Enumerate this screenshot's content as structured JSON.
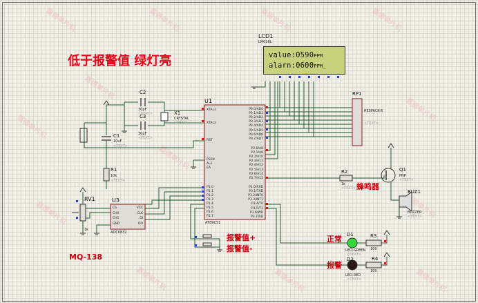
{
  "title": "低于报警值 绿灯亮",
  "lcd": {
    "ref": "LCD1",
    "model": "LM016L",
    "line1": "value:0590",
    "line1_unit": "PPM",
    "line2": "alarn:0600",
    "line2_unit": "PPM_"
  },
  "mcu": {
    "ref": "U1",
    "model": "AT89C51",
    "left_pins": [
      "XTAL1",
      "XTAL2",
      "RST",
      "PSEN",
      "ALE",
      "EA",
      "P1.0",
      "P1.1",
      "P1.2",
      "P1.3",
      "P1.4",
      "P1.5",
      "P1.6",
      "P1.7"
    ],
    "right_pins": [
      "P0.0/AD0",
      "P0.1/AD1",
      "P0.2/AD2",
      "P0.3/AD3",
      "P0.4/AD4",
      "P0.5/AD5",
      "P0.6/AD6",
      "P0.7/AD7",
      "P2.0/A8",
      "P2.1/A9",
      "P2.2/A10",
      "P2.3/A11",
      "P2.4/A12",
      "P2.5/A13",
      "P2.6/A14",
      "P2.7/A15",
      "P3.0/RXD",
      "P3.1/TXD",
      "P3.2/INT0",
      "P3.3/INT1",
      "P3.4/T0",
      "P3.5/T1",
      "P3.6/WR",
      "P3.7/RD"
    ]
  },
  "adc": {
    "ref": "U3",
    "model": "ADC0832",
    "left_pins": [
      "CS",
      "CH0",
      "CH1",
      "GND"
    ],
    "right_pins": [
      "VCC",
      "CLK",
      "DI",
      "DO"
    ]
  },
  "components": {
    "c2": "C2",
    "c2_val": "30pF",
    "c3": "C3",
    "c3_val": "30pF",
    "x1": "X1",
    "x1_val": "CRYSTAL",
    "c1": "C1",
    "c1_val": "10uF",
    "r1": "R1",
    "r1_val": "10k",
    "rv1": "RV1",
    "rv1_val": "1k",
    "r2": "R2",
    "r2_val": "1k",
    "q1": "Q1",
    "q1_val": "PNP",
    "buz": "BUZ1",
    "buz_val": "BUZZER",
    "rp1": "RP1",
    "rp1_val": "RESPACK-8",
    "d1": "D1",
    "d1_val": "LED-GREEN",
    "d2": "D2",
    "d2_val": "LED-RED",
    "r3": "R3",
    "r3_val": "100",
    "r4": "R4",
    "r4_val": "100",
    "text_placeholder": "<TEXT>"
  },
  "labels": {
    "buzzer": "蜂鸣器",
    "alarm_plus": "报警值+",
    "alarm_minus": "报警值-",
    "normal": "正常",
    "alarm": "报警",
    "sensor": "MQ-138"
  },
  "watermark": "嘉德单片机"
}
